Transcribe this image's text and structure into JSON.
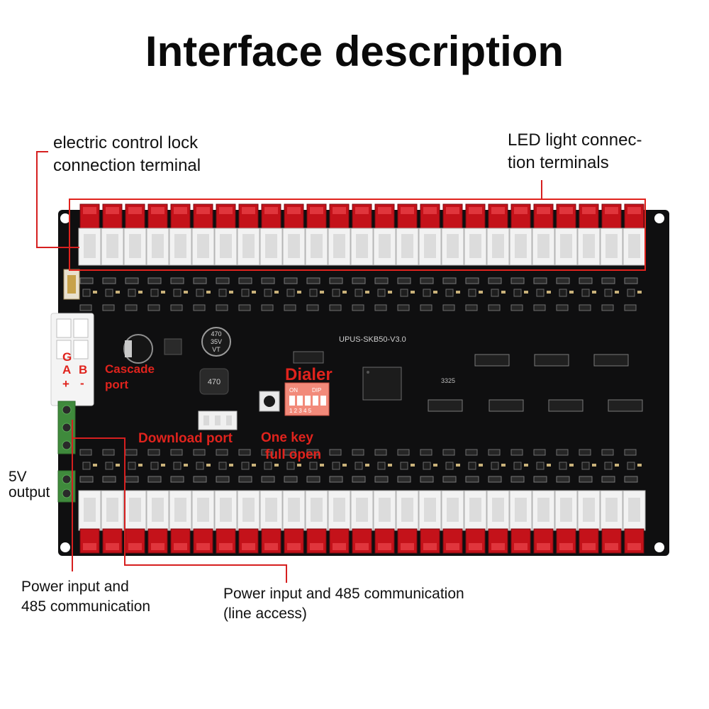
{
  "title": "Interface description",
  "callouts": {
    "lock_terminal": [
      "electric control lock",
      "connection terminal"
    ],
    "led_terminals": [
      "LED light connec-",
      "tion terminals"
    ],
    "five_v_output": [
      "5V",
      "output"
    ],
    "power_input_left": [
      "Power input and",
      "485 communication"
    ],
    "power_input_bottom": [
      "Power input and 485 communication",
      "(line access)"
    ]
  },
  "board_labels": {
    "cascade_port": [
      "Cascade",
      "port"
    ],
    "dialer": "Dialer",
    "download_port": "Download port",
    "one_key": [
      "One key",
      "full open"
    ],
    "g": "G",
    "a": "A",
    "b": "B",
    "plus": "+",
    "minus": "-"
  },
  "board_markings": {
    "model": "UPUS-SKB50-V3.0",
    "capacitor": [
      "470",
      "35V",
      "VT"
    ],
    "inductor": "470",
    "dip_on": "ON",
    "dip_dip": "DIP",
    "dip_numbers": "1 2 3 4 5",
    "chip_code": "3325"
  },
  "colors": {
    "board": "#0f0f10",
    "highlight": "#e0231d",
    "connector_red": "#c4121a",
    "connector_white": "#f2f2f2",
    "terminal_green": "#3f8a3c"
  },
  "counts": {
    "top_connectors": 25,
    "bottom_connectors": 25
  }
}
